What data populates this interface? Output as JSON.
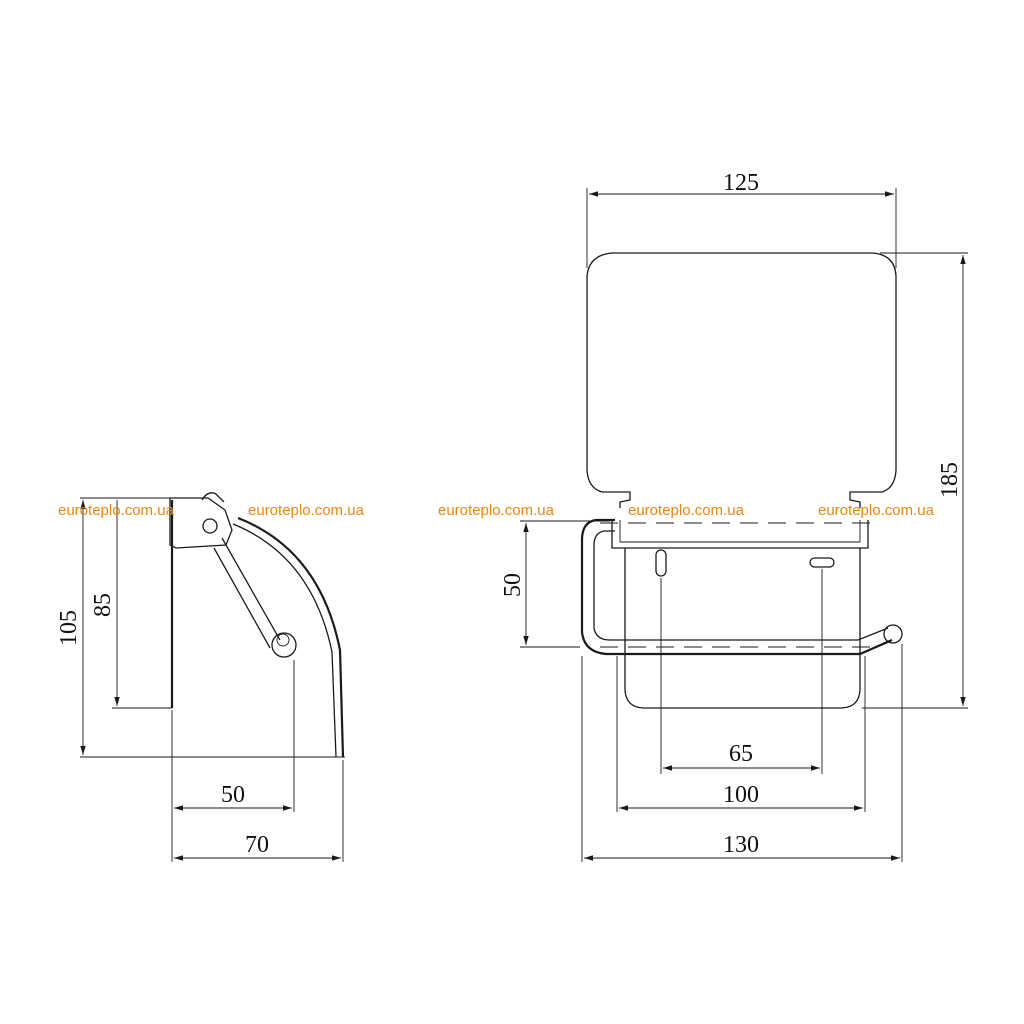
{
  "dimensions": {
    "d125": "125",
    "d185": "185",
    "d50_right": "50",
    "d65": "65",
    "d100": "100",
    "d130": "130",
    "d105": "105",
    "d85": "85",
    "d50_left": "50",
    "d70": "70"
  },
  "watermark": {
    "text": "euroteplo.com.ua",
    "color": "#e8890c"
  },
  "colors": {
    "line": "#1a1a1a",
    "background": "#ffffff"
  }
}
